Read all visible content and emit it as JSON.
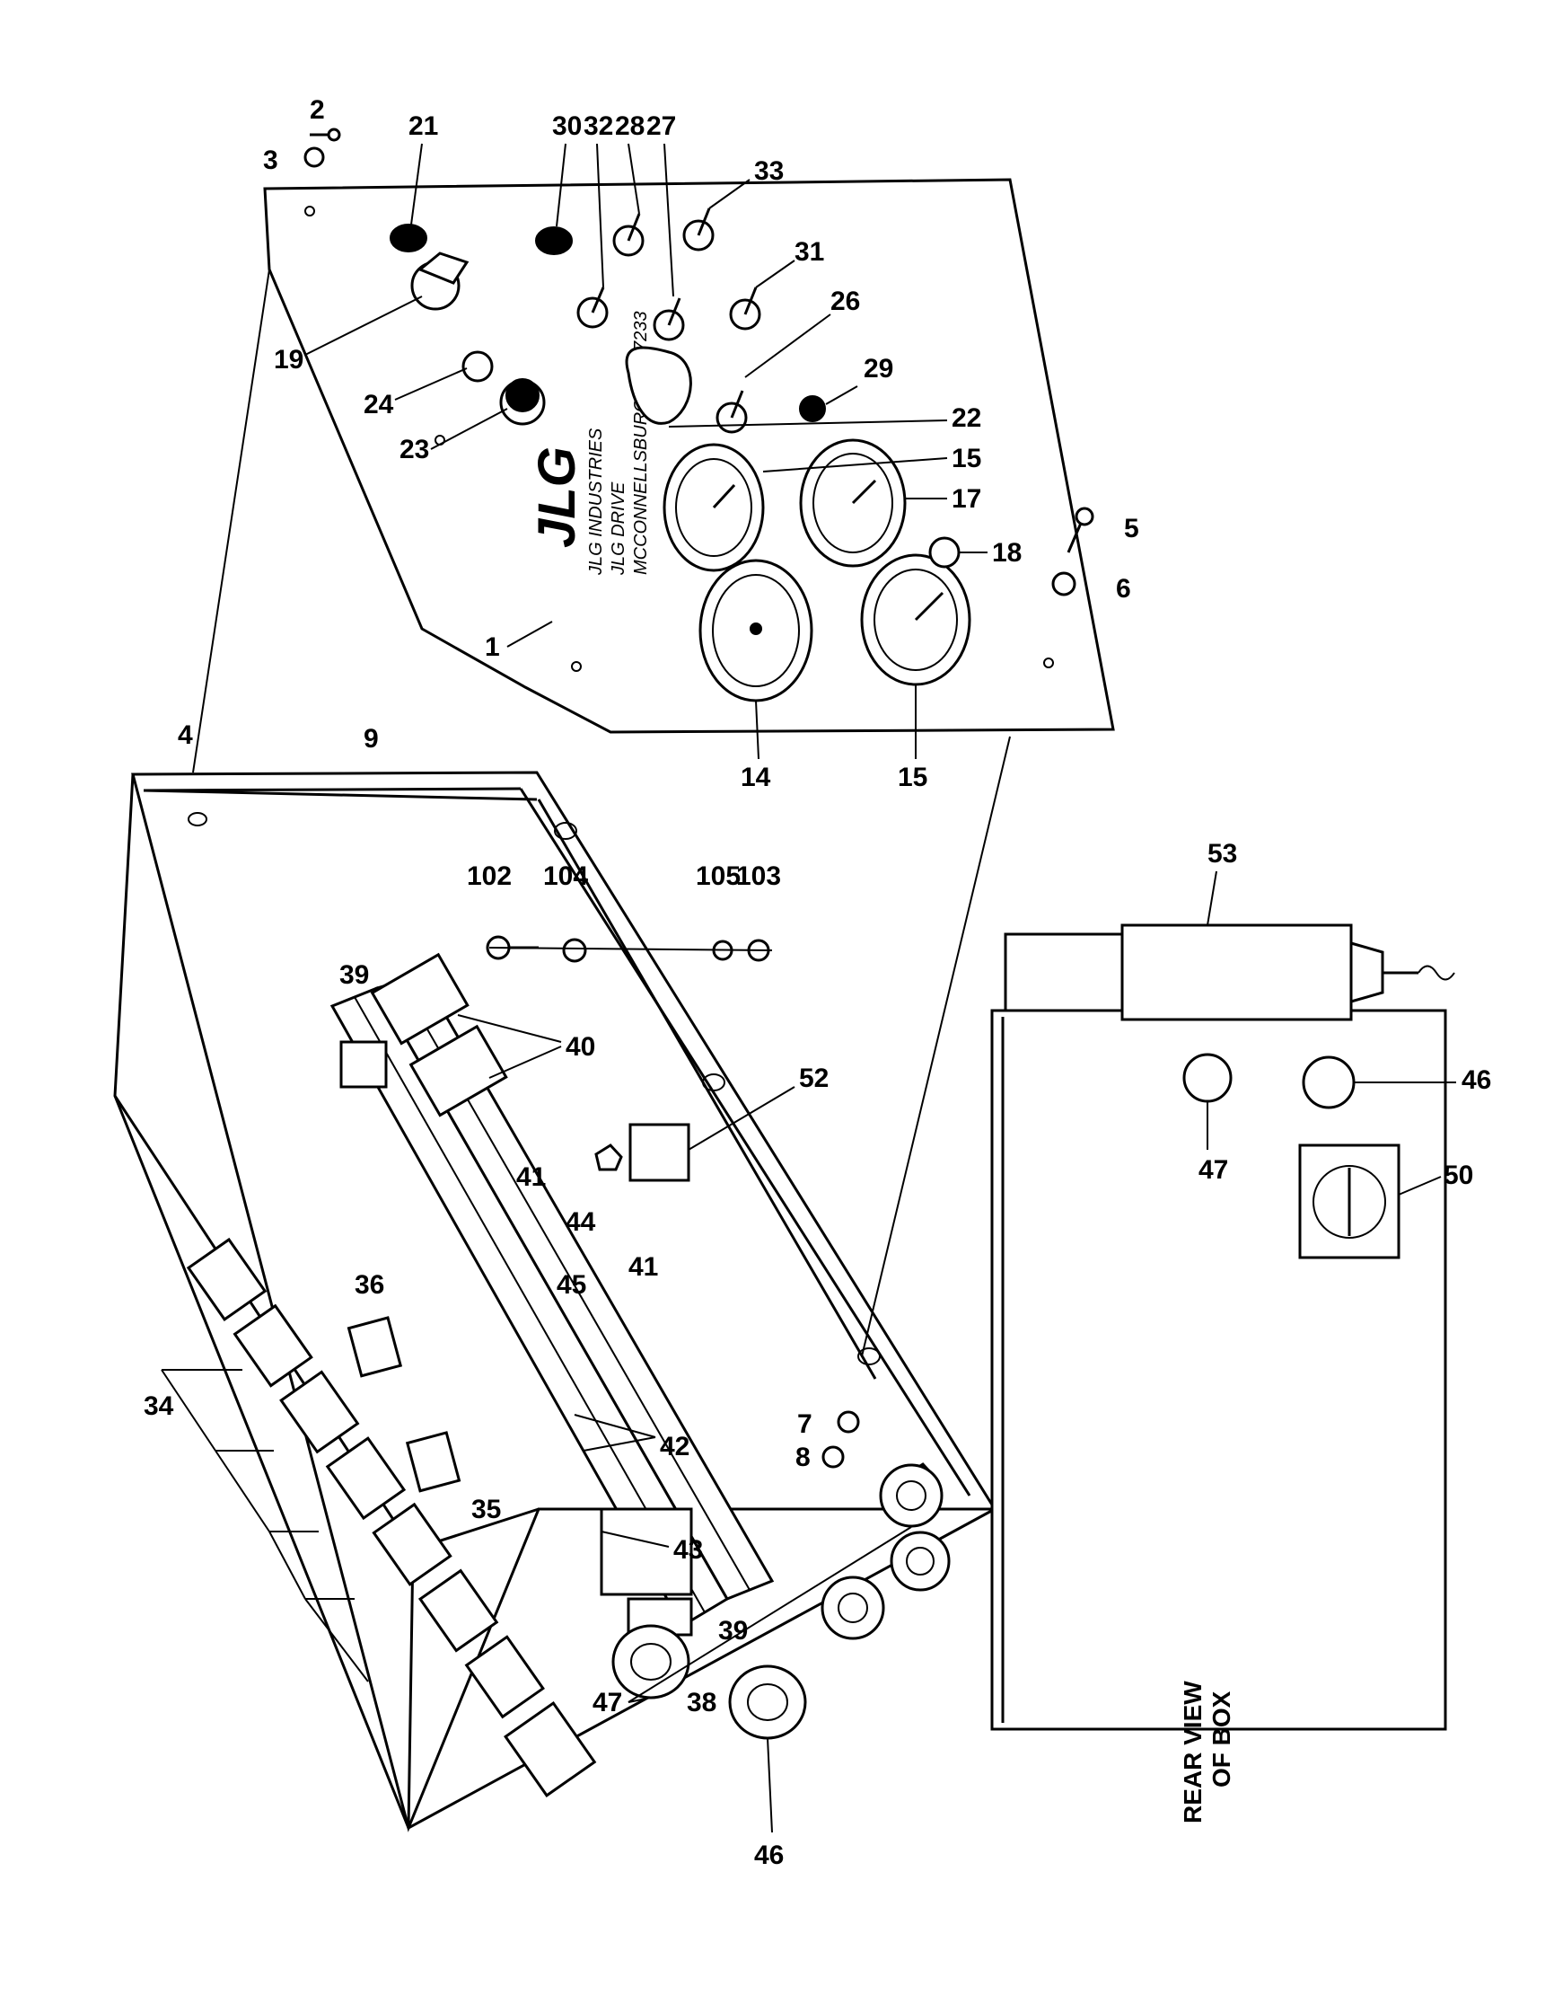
{
  "panel_text": {
    "logo": "JLG",
    "company": "JLG INDUSTRIES",
    "address1": "JLG DRIVE",
    "address2": "MCCONNELLSBURG, PA 17233"
  },
  "rear_view_label": {
    "line1": "REAR VIEW",
    "line2": "OF BOX"
  },
  "callouts": [
    "1",
    "2",
    "3",
    "4",
    "5",
    "6",
    "7",
    "8",
    "9",
    "14",
    "15",
    "15",
    "17",
    "18",
    "19",
    "21",
    "22",
    "23",
    "24",
    "26",
    "27",
    "28",
    "29",
    "30",
    "31",
    "32",
    "33",
    "34",
    "35",
    "36",
    "38",
    "39",
    "39",
    "40",
    "41",
    "41",
    "42",
    "43",
    "44",
    "45",
    "46",
    "46",
    "47",
    "47",
    "50",
    "52",
    "53",
    "102",
    "103",
    "104",
    "105"
  ],
  "colors": {
    "line": "#000000",
    "background": "#ffffff"
  }
}
